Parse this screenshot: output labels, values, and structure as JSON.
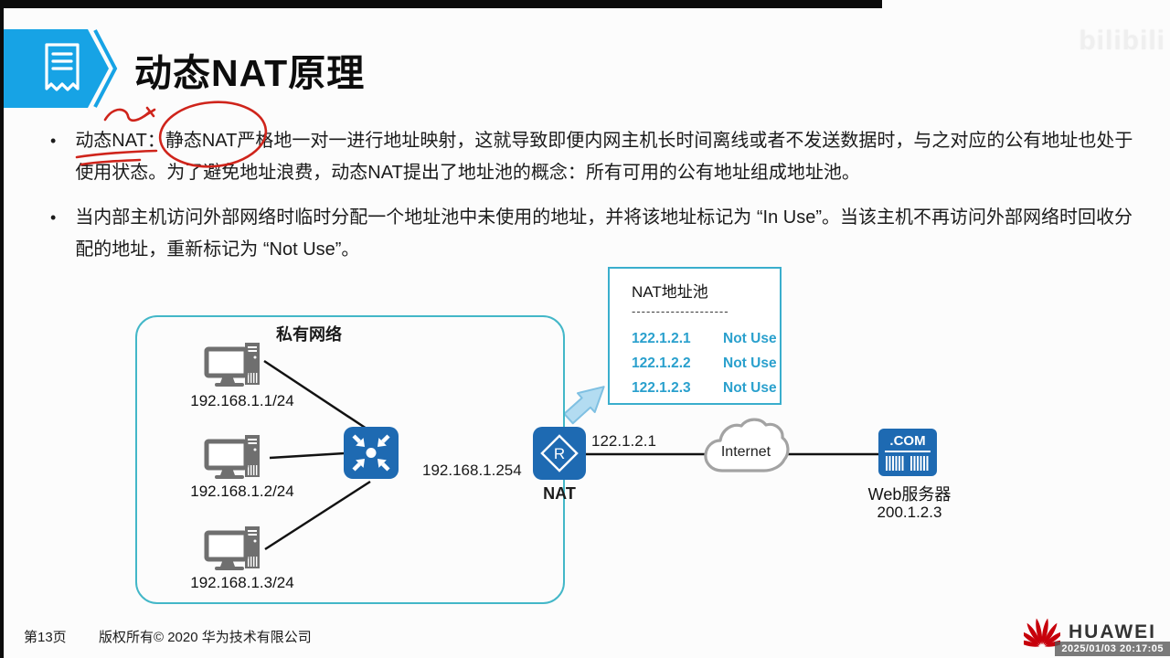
{
  "header": {
    "title": "动态NAT原理"
  },
  "watermark": {
    "text": "bilibili"
  },
  "content": {
    "bullet_marker": "•",
    "bullet1": "动态NAT：静态NAT严格地一对一进行地址映射，这就导致即便内网主机长时间离线或者不发送数据时，与之对应的公有地址也处于使用状态。为了避免地址浪费，动态NAT提出了地址池的概念：所有可用的公有地址组成地址池。",
    "bullet2": "当内部主机访问外部网络时临时分配一个地址池中未使用的地址，并将该地址标记为 “In Use”。当该主机不再访问外部网络时回收分配的地址，重新标记为 “Not Use”。"
  },
  "nat_pool": {
    "title": "NAT地址池",
    "divider": "--------------------",
    "rows": [
      {
        "ip": "122.1.2.1",
        "status": "Not Use"
      },
      {
        "ip": "122.1.2.2",
        "status": "Not Use"
      },
      {
        "ip": "122.1.2.3",
        "status": "Not Use"
      }
    ]
  },
  "diagram": {
    "private_network_label": "私有网络",
    "hosts": [
      {
        "ip": "192.168.1.1/24"
      },
      {
        "ip": "192.168.1.2/24"
      },
      {
        "ip": "192.168.1.3/24"
      }
    ],
    "gateway_ip": "192.168.1.254",
    "nat_label": "NAT",
    "public_ip": "122.1.2.1",
    "internet_label": "Internet",
    "server_icon_text": ".COM",
    "server_name": "Web服务器",
    "server_ip": "200.1.2.3"
  },
  "footer": {
    "page_number": "第13页",
    "copyright": "版权所有© 2020 华为技术有限公司",
    "brand": "HUAWEI",
    "timestamp": "2025/01/03 20:17:05"
  },
  "colors": {
    "banner_blue": "#17a3e5",
    "device_blue": "#1e6ab2",
    "pool_accent": "#2aa0cd",
    "box_border": "#43b7c8",
    "annotation_red": "#cf241b",
    "huawei_red": "#c7000b"
  }
}
